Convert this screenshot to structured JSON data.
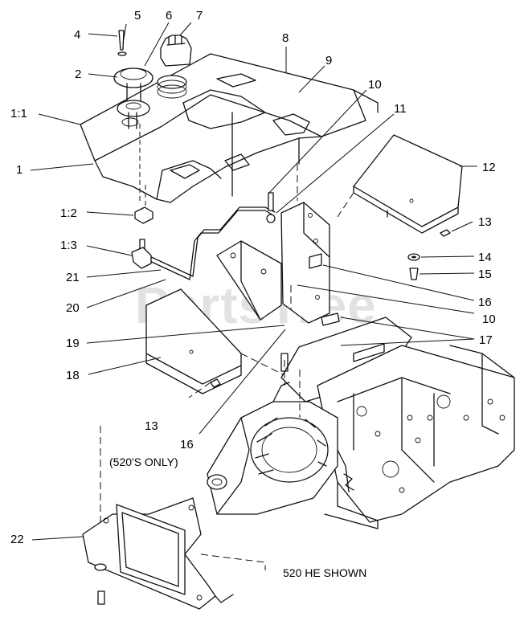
{
  "diagram": {
    "watermark": "PartsTree",
    "callouts": {
      "c1": "1",
      "c1_1": "1:1",
      "c1_2": "1:2",
      "c1_3": "1:3",
      "c2": "2",
      "c4": "4",
      "c5": "5",
      "c6": "6",
      "c7": "7",
      "c8": "8",
      "c9": "9",
      "c10a": "10",
      "c10b": "10",
      "c11": "11",
      "c12": "12",
      "c13a": "13",
      "c13b": "13",
      "c14": "14",
      "c15": "15",
      "c16a": "16",
      "c16b": "16",
      "c17": "17",
      "c18": "18",
      "c19": "19",
      "c20": "20",
      "c21": "21",
      "c22": "22"
    },
    "notes": {
      "only_520": "(520'S ONLY)",
      "shown": "520 HE SHOWN"
    }
  }
}
